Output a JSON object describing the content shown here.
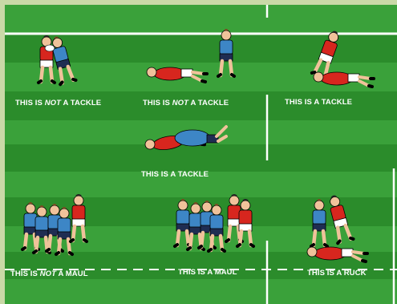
{
  "colors": {
    "border": "#c9d9a7",
    "grass_dark": "#2b8c2b",
    "grass_light": "#3aa13a",
    "line": "#ffffff",
    "jersey_red": "#d7261e",
    "jersey_blue": "#3d86c6",
    "shorts_white": "#ffffff",
    "shorts_navy": "#1f2d52",
    "skin": "#f0c29a",
    "skin_dark": "#6b3b1f"
  },
  "captions": [
    {
      "pre": "THIS IS ",
      "em": "NOT",
      "post": " A TACKLE"
    },
    {
      "pre": "THIS IS ",
      "em": "NOT",
      "post": " A TACKLE"
    },
    {
      "pre": "THIS IS  A TACKLE",
      "em": "",
      "post": ""
    },
    {
      "pre": "THIS IS  A TACKLE",
      "em": "",
      "post": ""
    },
    {
      "pre": "THIS IS ",
      "em": "NOT",
      "post": " A MAUL"
    },
    {
      "pre": "THIS IS A MAUL",
      "em": "",
      "post": ""
    },
    {
      "pre": "THIS IS A RUCK",
      "em": "",
      "post": ""
    }
  ]
}
